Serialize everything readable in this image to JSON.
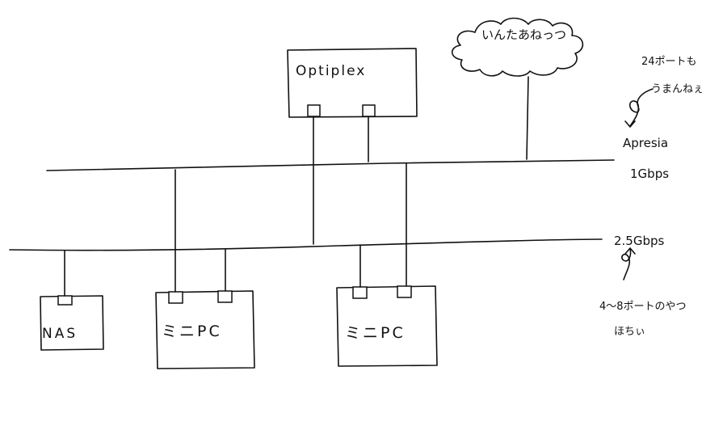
{
  "nodes": {
    "internet": {
      "label": "いんたあねっつ"
    },
    "optiplex": {
      "label": "Optiplex"
    },
    "nas": {
      "label": "NAS"
    },
    "minipc_1": {
      "label": "ミニPC"
    },
    "minipc_2": {
      "label": "ミニPC"
    }
  },
  "networks": {
    "lan_1g": {
      "label_top": "Apresia",
      "label_bottom": "1Gbps"
    },
    "lan_25g": {
      "label": "2.5Gbps"
    }
  },
  "notes": {
    "switch_24port": {
      "line1": "24ポートも",
      "line2": "うまんねぇ"
    },
    "switch_small": {
      "line1": "4〜8ポートのやつ",
      "line2": "ほちぃ"
    }
  },
  "colors": {
    "ink": "#111111",
    "paper": "#ffffff"
  }
}
